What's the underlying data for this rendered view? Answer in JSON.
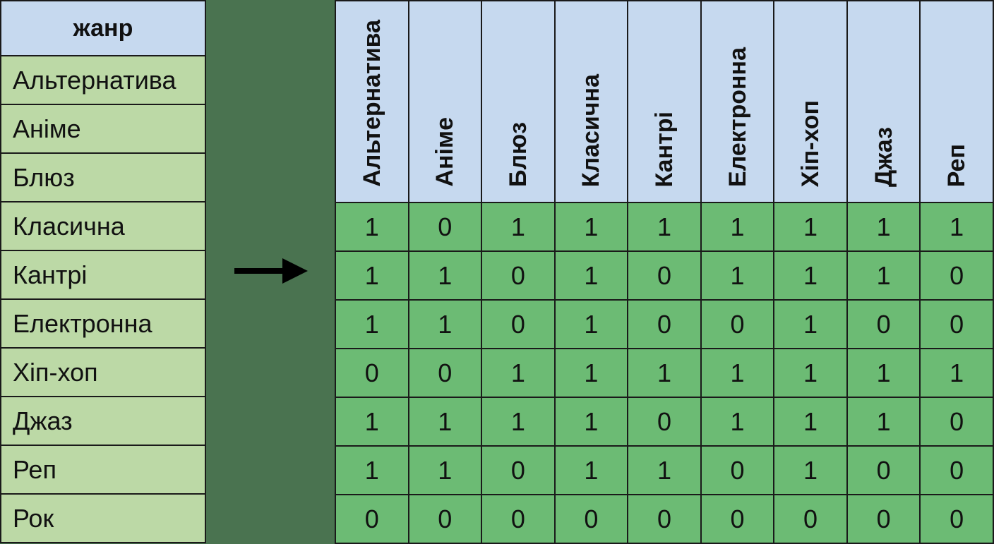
{
  "left_table": {
    "header": "жанр",
    "genres": [
      "Альтернатива",
      "Аніме",
      "Блюз",
      "Класична",
      "Кантрі",
      "Електронна",
      "Хіп-хоп",
      "Джаз",
      "Реп",
      "Рок"
    ]
  },
  "arrow": {
    "icon": "right-arrow-icon"
  },
  "matrix": {
    "columns": [
      "Альтернатива",
      "Аніме",
      "Блюз",
      "Класична",
      "Кантрі",
      "Електронна",
      "Хіп-хоп",
      "Джаз",
      "Реп"
    ],
    "rows": [
      [
        "1",
        "0",
        "1",
        "1",
        "1",
        "1",
        "1",
        "1",
        "1"
      ],
      [
        "1",
        "1",
        "0",
        "1",
        "0",
        "1",
        "1",
        "1",
        "0"
      ],
      [
        "1",
        "1",
        "0",
        "1",
        "0",
        "0",
        "1",
        "0",
        "0"
      ],
      [
        "0",
        "0",
        "1",
        "1",
        "1",
        "1",
        "1",
        "1",
        "1"
      ],
      [
        "1",
        "1",
        "1",
        "1",
        "0",
        "1",
        "1",
        "1",
        "0"
      ],
      [
        "1",
        "1",
        "0",
        "1",
        "1",
        "0",
        "1",
        "0",
        "0"
      ],
      [
        "0",
        "0",
        "0",
        "0",
        "0",
        "0",
        "0",
        "0",
        "0"
      ]
    ]
  },
  "colors": {
    "background": "#4a7350",
    "header_fill": "#c6d9ef",
    "genre_fill": "#bcd9a6",
    "cell_fill": "#6cbb74"
  }
}
